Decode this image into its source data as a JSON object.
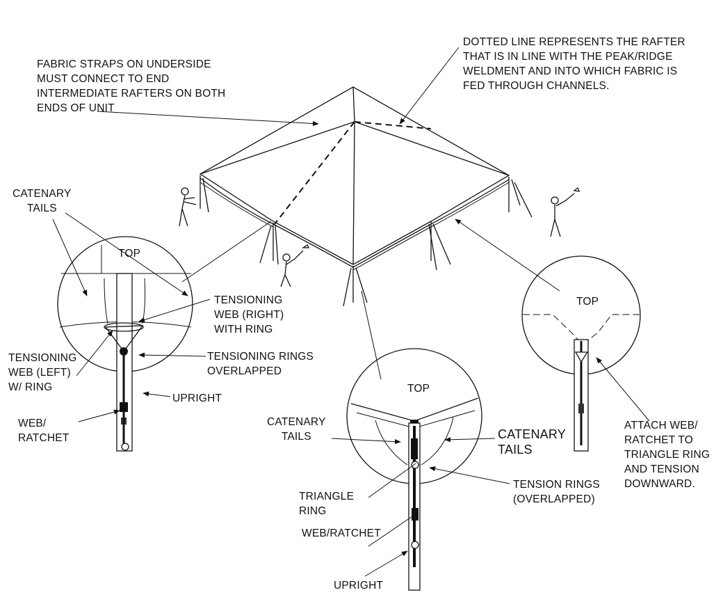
{
  "labels": {
    "fabric_straps": "FABRIC STRAPS ON UNDERSIDE\nMUST CONNECT TO END\nINTERMEDIATE RAFTERS ON BOTH\nENDS OF UNIT",
    "dotted_line": "DOTTED LINE REPRESENTS THE RAFTER\nTHAT IS IN LINE WITH THE PEAK/RIDGE\nWELDMENT AND INTO WHICH FABRIC IS\nFED THROUGH CHANNELS.",
    "catenary_tails_left": "CATENARY\nTAILS",
    "top_left": "TOP",
    "tensioning_web_right": "TENSIONING\nWEB (RIGHT)\nWITH RING",
    "tensioning_web_left": "TENSIONING\nWEB (LEFT)\nW/ RING",
    "tensioning_rings": "TENSIONING RINGS\nOVERLAPPED",
    "upright_left": "UPRIGHT",
    "web_ratchet_left": "WEB/\nRATCHET",
    "top_center": "TOP",
    "catenary_tails_center_small": "CATENARY\nTAILS",
    "catenary_tails_center_large": "CATENARY\nTAILS",
    "triangle_ring": "TRIANGLE\nRING",
    "tension_rings": "TENSION RINGS\n(OVERLAPPED)",
    "web_ratchet_center": "WEB/RATCHET",
    "upright_center": "UPRIGHT",
    "top_right": "TOP",
    "attach_web": "ATTACH WEB/\nRATCHET TO\nTRIANGLE RING\nAND TENSION\nDOWNWARD."
  }
}
